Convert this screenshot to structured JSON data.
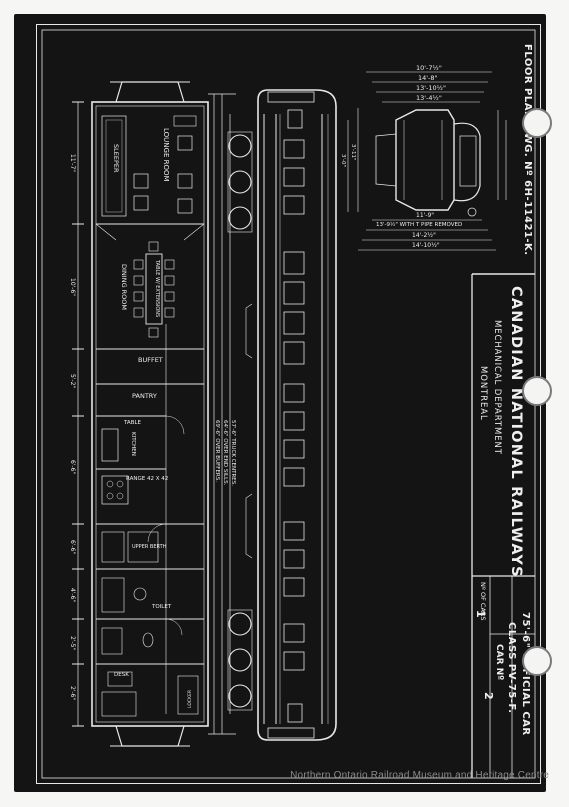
{
  "drawing_ref": "FLOOR PLAN DWG. Nº 6H-11421-K.",
  "title_block": {
    "company": "CANADIAN NATIONAL RAILWAYS",
    "department": "MECHANICAL DEPARTMENT",
    "city": "MONTREAL",
    "car_description": "75'-6\" OFFICIAL CAR",
    "car_class": "CLASS PV-75-F.",
    "car_no_label": "CAR Nº",
    "car_no_value": "2",
    "no_of_cars_label": "Nº OF CARS",
    "no_of_cars_value": "1"
  },
  "rooms": [
    {
      "label": "SLEEPER"
    },
    {
      "label": "LOUNGE ROOM"
    },
    {
      "label": "TABLE W/ EXTENSIONS"
    },
    {
      "label": "DINING ROOM"
    },
    {
      "label": "BUFFET"
    },
    {
      "label": "PANTRY"
    },
    {
      "label": "TABLE"
    },
    {
      "label": "KITCHEN"
    },
    {
      "label": "RANGE 42 X 42"
    },
    {
      "label": "UPPER BERTH"
    },
    {
      "label": "TOILET"
    },
    {
      "label": "DESK"
    },
    {
      "label": "LOCKER"
    }
  ],
  "plan_dimensions": [
    "11'-7\"",
    "10'-6\"",
    "5'-2\"",
    "6'-6\"",
    "6'-6\"",
    "4'-6\"",
    "2'-5\"",
    "2'-6\""
  ],
  "truck_notes": [
    "57'-6\" TRUCK CENTRES.",
    "64'-6\" OVER END SILLS.",
    "69'-6\" OVER BUFFERS."
  ],
  "section_dimensions": [
    "10'-7½\"",
    "14'-8\"",
    "13'-10½\"",
    "13'-4½\"",
    "11'-9\"",
    "13'-9½\" WITH T PIPE REMOVED",
    "14'-2½\"",
    "14'-10½\"",
    "3'-11\"",
    "3'-0\""
  ],
  "watermark": "Northern Ontario Railroad Museum and Heritage Centre",
  "colors": {
    "sheet": "#141414",
    "ink": "#efefef",
    "paper": "#f6f6f4"
  }
}
